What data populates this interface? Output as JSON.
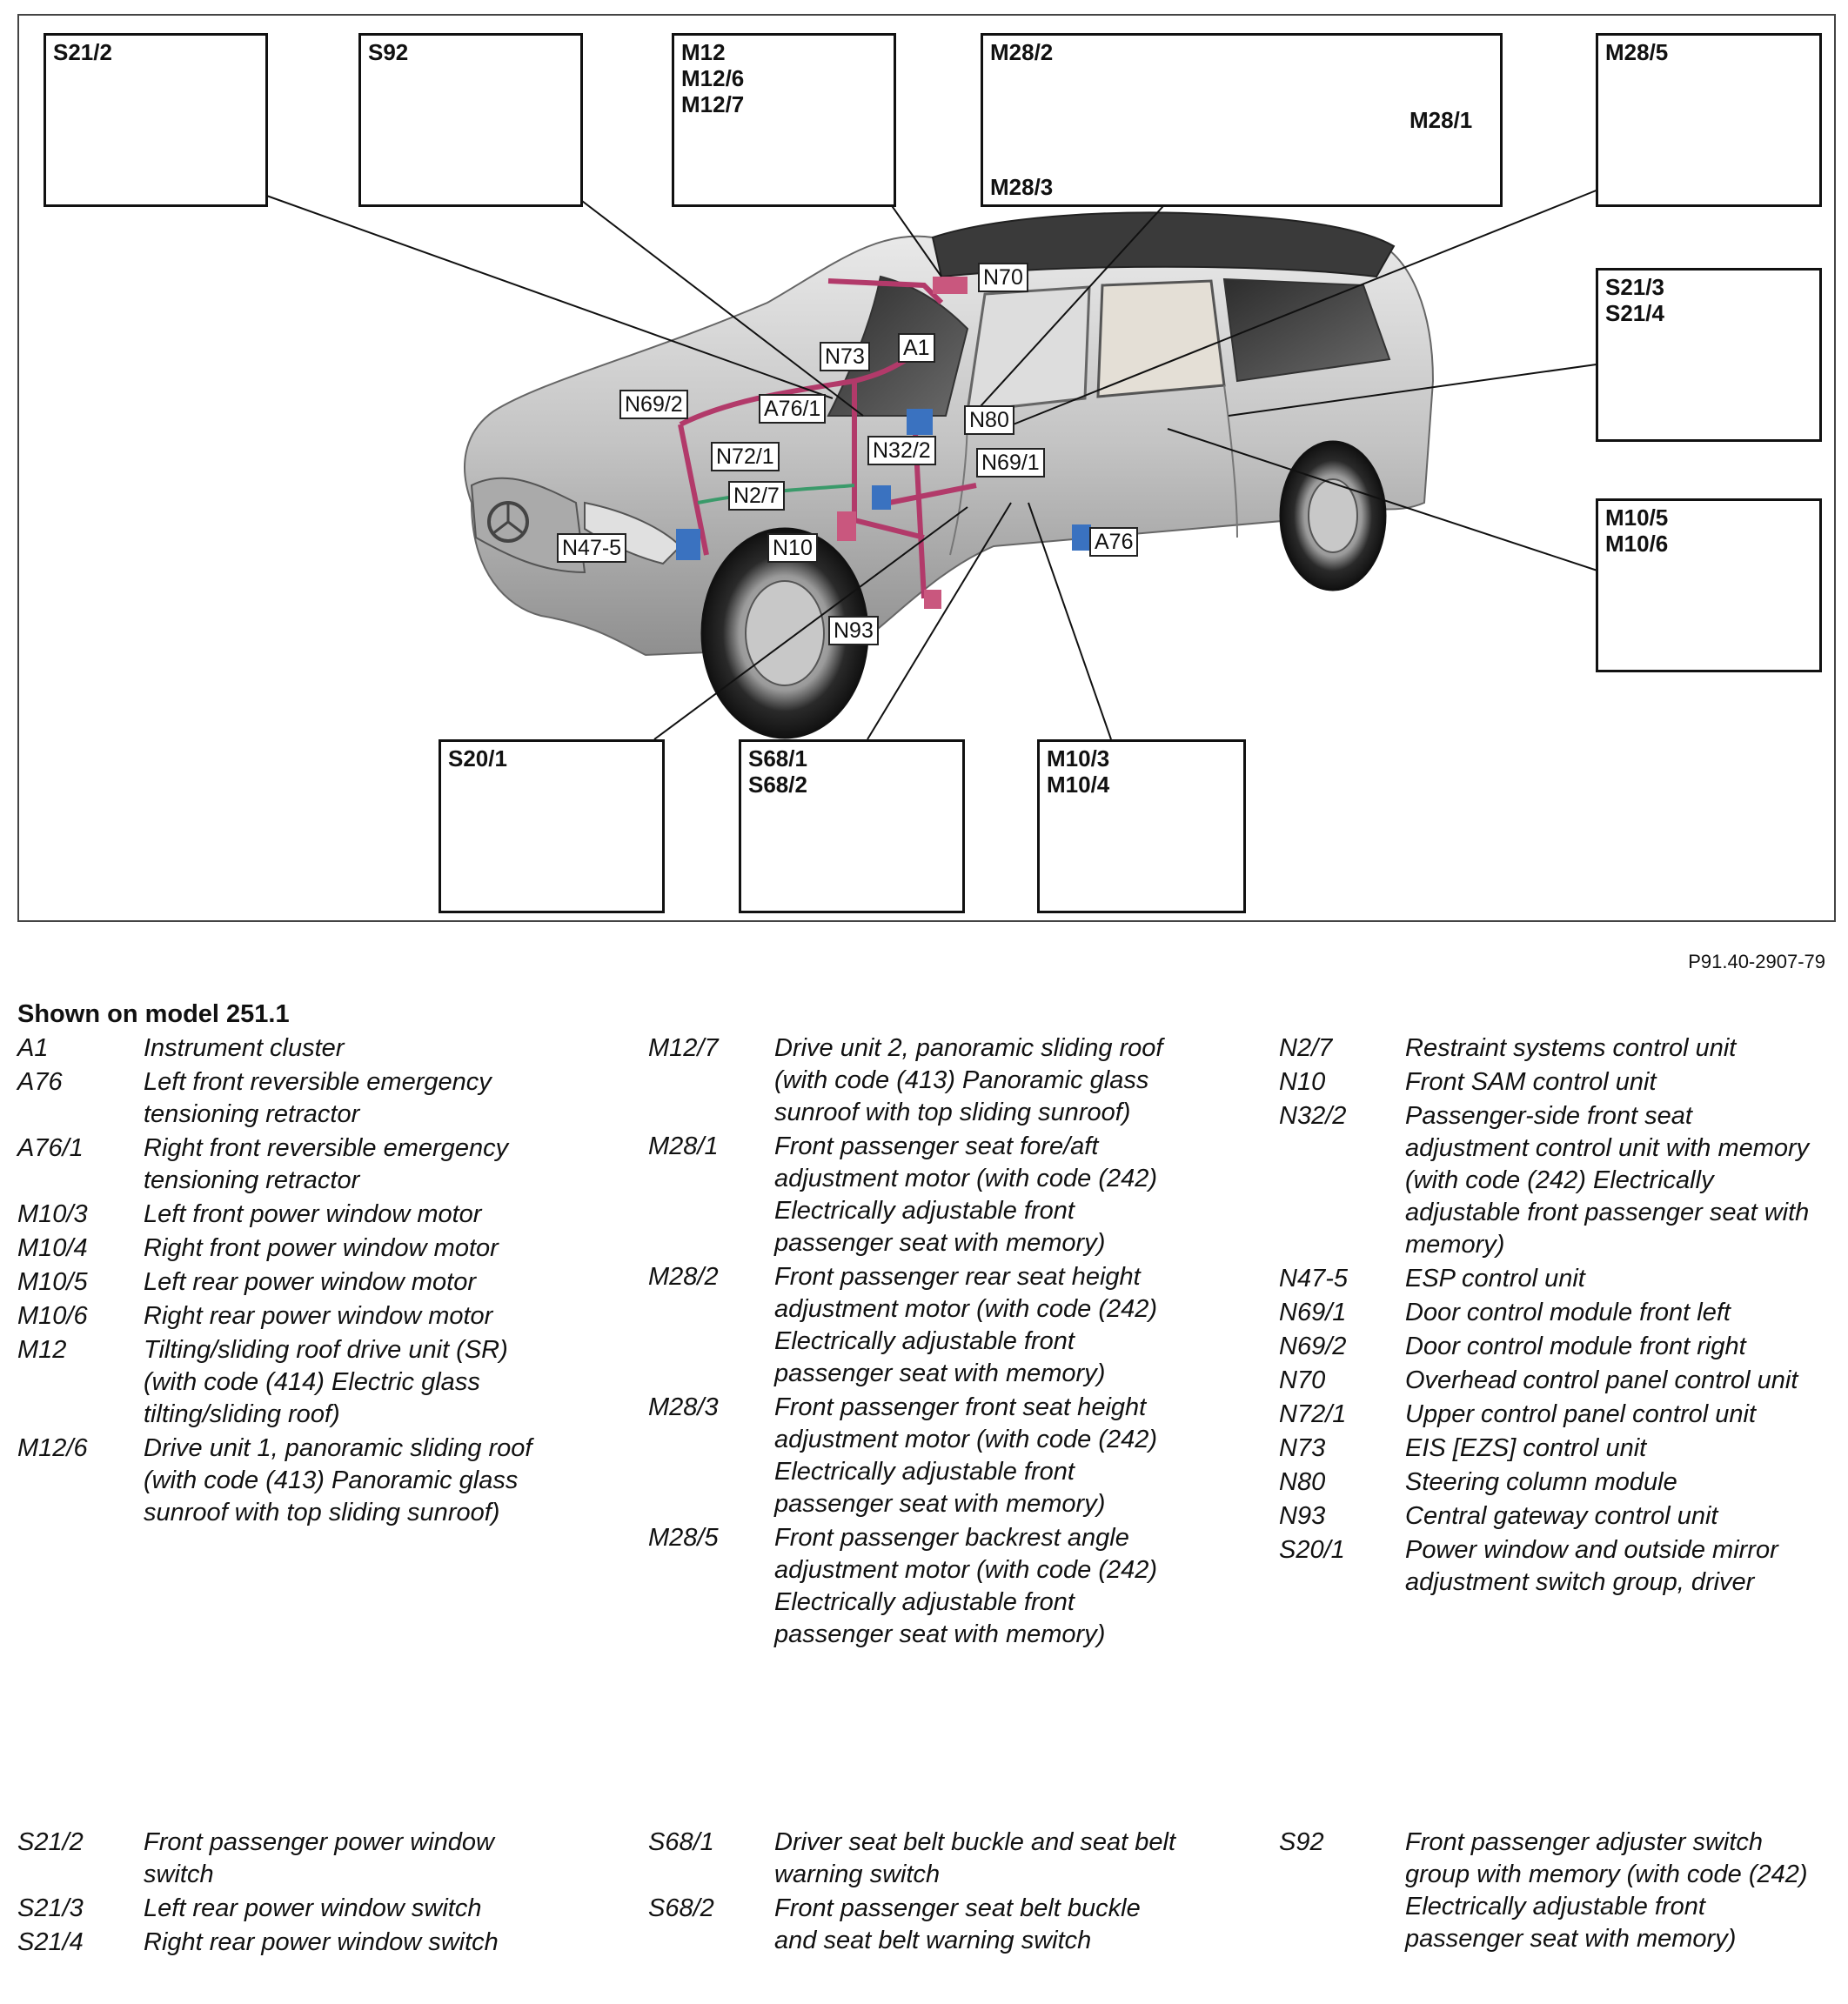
{
  "figure_id": "P91.40-2907-79",
  "shown_on": "Shown on model 251.1",
  "insets": {
    "s21_2": [
      "S21/2"
    ],
    "s92": [
      "S92"
    ],
    "m12": [
      "M12",
      "M12/6",
      "M12/7"
    ],
    "m28": [
      "M28/2",
      "M28/3",
      "M28/1"
    ],
    "m28_5": [
      "M28/5"
    ],
    "s21_34": [
      "S21/3",
      "S21/4"
    ],
    "m10_56": [
      "M10/5",
      "M10/6"
    ],
    "s20_1": [
      "S20/1"
    ],
    "s68": [
      "S68/1",
      "S68/2"
    ],
    "m10_34": [
      "M10/3",
      "M10/4"
    ]
  },
  "callouts": {
    "n70": "N70",
    "n73": "N73",
    "a1": "A1",
    "n69_2": "N69/2",
    "a76_1": "A76/1",
    "n80": "N80",
    "n72_1": "N72/1",
    "n32_2": "N32/2",
    "n69_1": "N69/1",
    "n2_7": "N2/7",
    "n47_5": "N47-5",
    "n10": "N10",
    "a76": "A76",
    "n93": "N93"
  },
  "legend": {
    "col1": [
      {
        "code": "A1",
        "desc": "Instrument cluster"
      },
      {
        "code": "A76",
        "desc": "Left front reversible emergency tensioning retractor"
      },
      {
        "code": "A76/1",
        "desc": "Right front reversible emergency tensioning retractor"
      },
      {
        "code": "M10/3",
        "desc": "Left front power window motor"
      },
      {
        "code": "M10/4",
        "desc": "Right front power window motor"
      },
      {
        "code": "M10/5",
        "desc": "Left rear power window motor"
      },
      {
        "code": "M10/6",
        "desc": "Right rear power window motor"
      },
      {
        "code": "M12",
        "desc": "Tilting/sliding roof drive unit (SR) (with code (414) Electric glass tilting/sliding roof)"
      },
      {
        "code": "M12/6",
        "desc": "Drive unit 1, panoramic sliding roof (with code (413) Panoramic glass sunroof with top sliding sunroof)"
      }
    ],
    "col2": [
      {
        "code": "M12/7",
        "desc": "Drive unit 2, panoramic sliding roof (with code (413) Panoramic glass sunroof with top sliding sunroof)"
      },
      {
        "code": "M28/1",
        "desc": "Front passenger seat fore/aft adjustment motor (with code (242) Electrically adjustable front passenger seat with memory)"
      },
      {
        "code": "M28/2",
        "desc": "Front passenger rear seat height adjustment motor (with code (242) Electrically adjustable front passenger seat with memory)"
      },
      {
        "code": "M28/3",
        "desc": "Front passenger front seat height adjustment motor (with code (242) Electrically adjustable front passenger seat with memory)"
      },
      {
        "code": "M28/5",
        "desc": "Front passenger backrest angle adjustment motor (with code (242) Electrically adjustable front passenger seat with memory)"
      }
    ],
    "col3": [
      {
        "code": "N2/7",
        "desc": "Restraint systems control unit"
      },
      {
        "code": "N10",
        "desc": "Front SAM control unit"
      },
      {
        "code": "N32/2",
        "desc": "Passenger-side front seat adjustment control unit with memory (with code (242) Electrically adjustable front passenger seat with memory)"
      },
      {
        "code": "N47-5",
        "desc": "ESP control unit"
      },
      {
        "code": "N69/1",
        "desc": "Door control module front left"
      },
      {
        "code": "N69/2",
        "desc": "Door control module front right"
      },
      {
        "code": "N70",
        "desc": "Overhead control panel control unit"
      },
      {
        "code": "N72/1",
        "desc": "Upper control panel control unit"
      },
      {
        "code": "N73",
        "desc": "EIS [EZS] control unit"
      },
      {
        "code": "N80",
        "desc": "Steering column module"
      },
      {
        "code": "N93",
        "desc": "Central gateway control unit"
      },
      {
        "code": "S20/1",
        "desc": "Power window and outside mirror adjustment switch group, driver"
      }
    ],
    "col4": [
      {
        "code": "S21/2",
        "desc": "Front passenger power window switch"
      },
      {
        "code": "S21/3",
        "desc": "Left rear power window switch"
      },
      {
        "code": "S21/4",
        "desc": "Right rear power window switch"
      }
    ],
    "col5": [
      {
        "code": "S68/1",
        "desc": "Driver seat belt buckle and seat belt warning switch"
      },
      {
        "code": "S68/2",
        "desc": "Front passenger seat belt buckle and seat belt warning switch"
      }
    ],
    "col6": [
      {
        "code": "S92",
        "desc": "Front passenger adjuster switch group with memory (with code (242) Electrically adjustable front passenger seat with memory)"
      }
    ]
  }
}
